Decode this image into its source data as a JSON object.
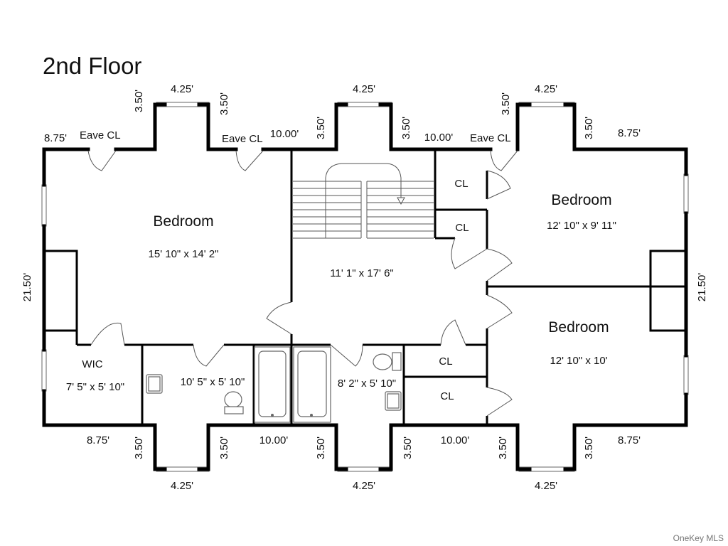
{
  "title": "2nd Floor",
  "watermark": "OneKey MLS",
  "rooms": {
    "bedroom_left": {
      "name": "Bedroom",
      "size": "15' 10\" x 14' 2\""
    },
    "hall": {
      "size": "11' 1\" x 17' 6\""
    },
    "bedroom_right_top": {
      "name": "Bedroom",
      "size": "12' 10\" x 9' 11\""
    },
    "bedroom_right_bottom": {
      "name": "Bedroom",
      "size": "12' 10\" x 10'"
    },
    "wic": {
      "name": "WIC",
      "size": "7' 5\" x 5' 10\""
    },
    "bath_left": {
      "size": "10' 5\" x 5' 10\""
    },
    "bath_right": {
      "size": "8' 2\" x 5' 10\""
    },
    "closets": [
      "CL",
      "CL",
      "CL",
      "CL"
    ],
    "eave_closets": [
      "Eave CL",
      "Eave CL",
      "Eave CL"
    ]
  },
  "dimensions": {
    "top": [
      "8.75'",
      "3.50'",
      "4.25'",
      "3.50'",
      "10.00'",
      "3.50'",
      "4.25'",
      "3.50'",
      "10.00'",
      "3.50'",
      "4.25'",
      "3.50'",
      "8.75'"
    ],
    "bottom": [
      "8.75'",
      "3.50'",
      "4.25'",
      "3.50'",
      "10.00'",
      "3.50'",
      "4.25'",
      "3.50'",
      "10.00'",
      "3.50'",
      "4.25'",
      "3.50'",
      "8.75'"
    ],
    "left": "21.50'",
    "right": "21.50'"
  }
}
